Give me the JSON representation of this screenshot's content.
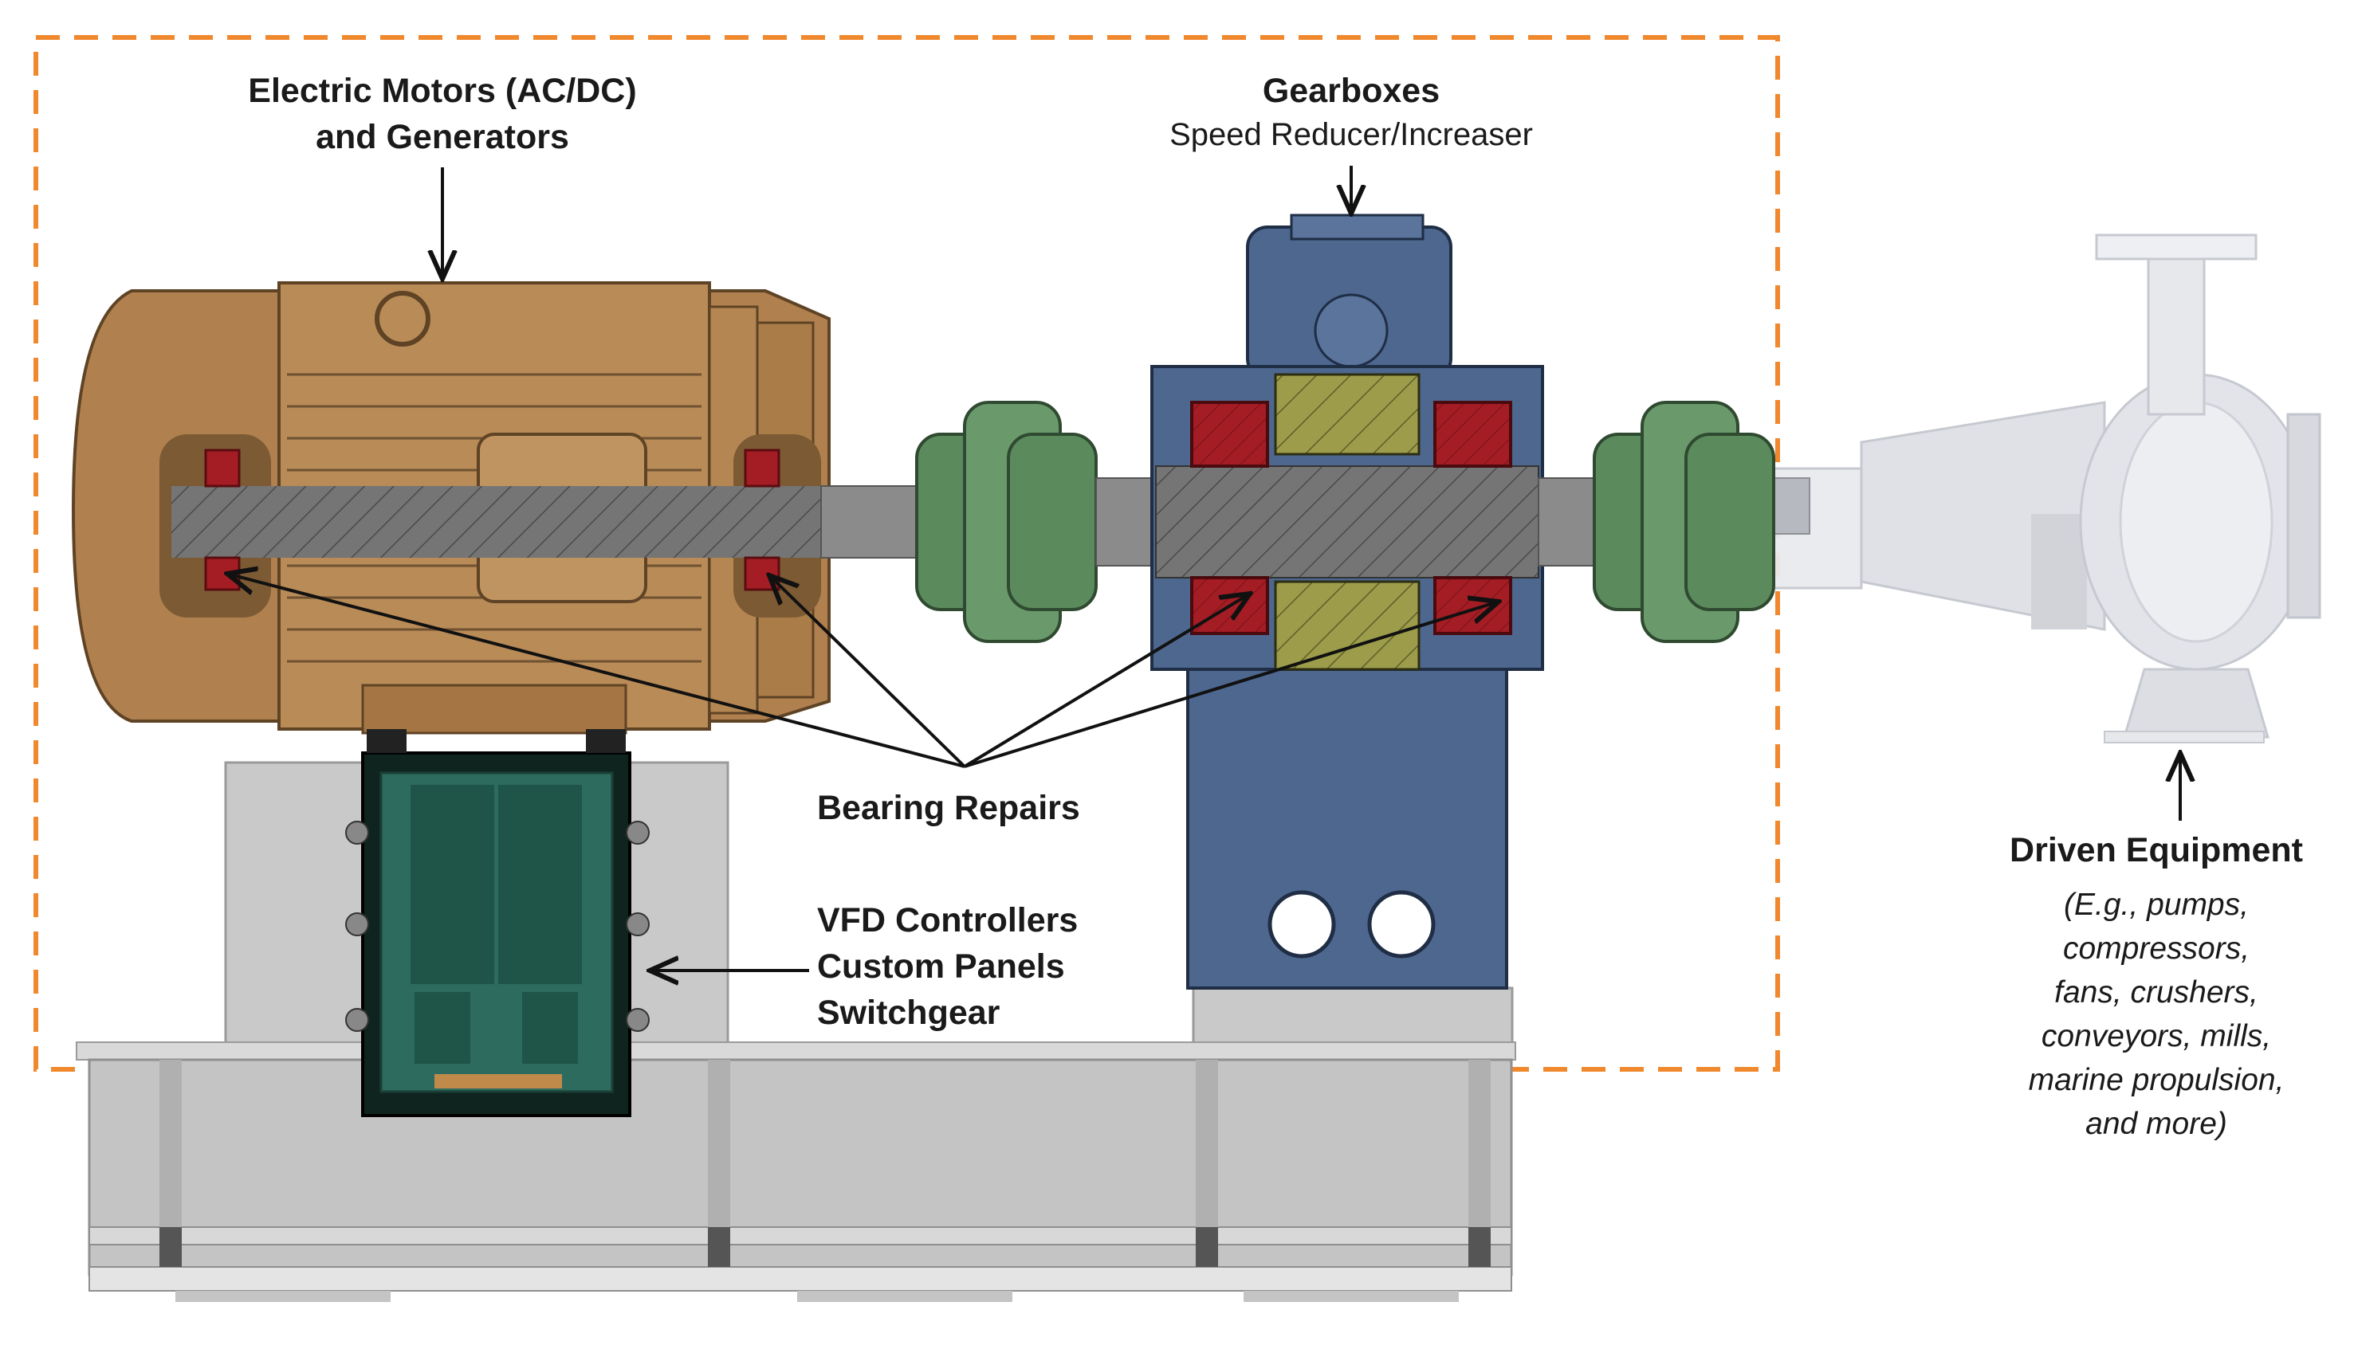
{
  "labels": {
    "motors_line1": "Electric Motors (AC/DC)",
    "motors_line2": "and Generators",
    "gearboxes": "Gearboxes",
    "gearboxes_sub": "Speed Reducer/Increaser",
    "bearing_repairs": "Bearing Repairs",
    "vfd_line1": "VFD Controllers",
    "vfd_line2": "Custom Panels",
    "vfd_line3": "Switchgear",
    "driven_title": "Driven Equipment",
    "driven_lines": [
      "(E.g., pumps,",
      "compressors,",
      "fans, crushers,",
      "conveyors, mills,",
      "marine propulsion,",
      "and more)"
    ]
  },
  "colors": {
    "dashed_border": "#f0892e",
    "motor": "#b0814f",
    "gearbox": "#4d678f",
    "coupling": "#5b8a5d",
    "bearing": "#a41d24",
    "panel": "#2d6b5e",
    "gear": "#9c9c4a",
    "base": "#c9c9c9",
    "pump": "#dcdde3",
    "shaft": "#8b8b8b"
  }
}
